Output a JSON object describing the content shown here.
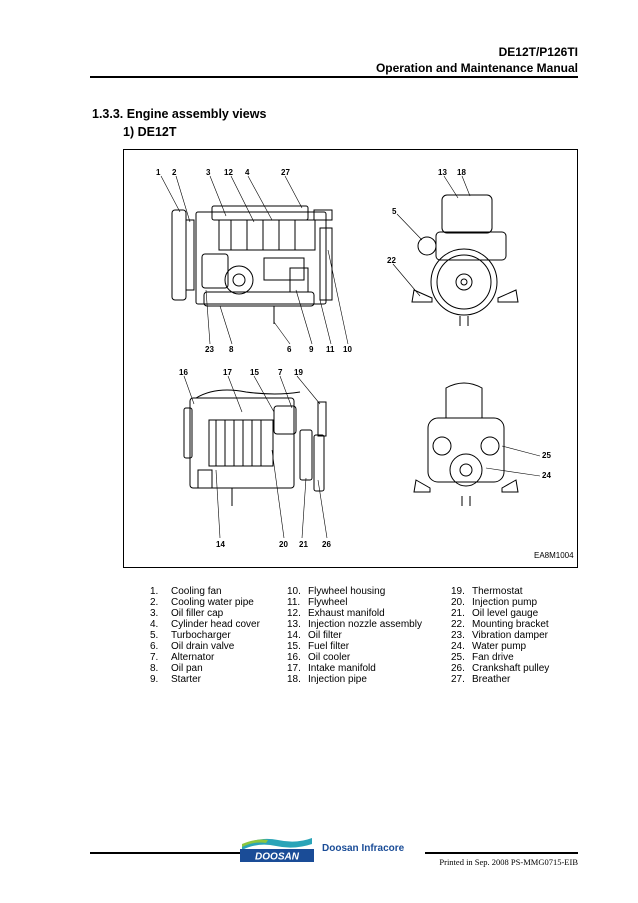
{
  "header": {
    "model": "DE12T/P126TI",
    "manual": "Operation and Maintenance Manual"
  },
  "section": {
    "heading": "1.3.3. Engine assembly views",
    "subheading": "1) DE12T"
  },
  "figure": {
    "code": "EA8M1004",
    "callouts_top": [
      "1",
      "2",
      "3",
      "12",
      "4",
      "27",
      "13",
      "18",
      "5",
      "22",
      "23",
      "8",
      "6",
      "9",
      "11",
      "10"
    ],
    "callouts_bottom": [
      "16",
      "17",
      "15",
      "7",
      "19",
      "25",
      "24",
      "14",
      "20",
      "21",
      "26"
    ]
  },
  "parts": {
    "col1": [
      {
        "num": "1.",
        "name": "Cooling fan"
      },
      {
        "num": "2.",
        "name": "Cooling water pipe"
      },
      {
        "num": "3.",
        "name": "Oil filler cap"
      },
      {
        "num": "4.",
        "name": "Cylinder head cover"
      },
      {
        "num": "5.",
        "name": "Turbocharger"
      },
      {
        "num": "6.",
        "name": "Oil drain valve"
      },
      {
        "num": "7.",
        "name": "Alternator"
      },
      {
        "num": "8.",
        "name": "Oil pan"
      },
      {
        "num": "9.",
        "name": "Starter"
      }
    ],
    "col2": [
      {
        "num": "10.",
        "name": "Flywheel housing"
      },
      {
        "num": "11.",
        "name": "Flywheel"
      },
      {
        "num": "12.",
        "name": "Exhaust manifold"
      },
      {
        "num": "13.",
        "name": "Injection nozzle assembly"
      },
      {
        "num": "14.",
        "name": "Oil filter"
      },
      {
        "num": "15.",
        "name": "Fuel filter"
      },
      {
        "num": "16.",
        "name": "Oil cooler"
      },
      {
        "num": "17.",
        "name": "Intake manifold"
      },
      {
        "num": "18.",
        "name": "Injection pipe"
      }
    ],
    "col3": [
      {
        "num": "19.",
        "name": "Thermostat"
      },
      {
        "num": "20.",
        "name": "Injection pump"
      },
      {
        "num": "21.",
        "name": "Oil level gauge"
      },
      {
        "num": "22.",
        "name": "Mounting bracket"
      },
      {
        "num": "23.",
        "name": "Vibration damper"
      },
      {
        "num": "24.",
        "name": "Water pump"
      },
      {
        "num": "25.",
        "name": "Fan drive"
      },
      {
        "num": "26.",
        "name": "Crankshaft pulley"
      },
      {
        "num": "27.",
        "name": "Breather"
      }
    ]
  },
  "footer": {
    "logo_text": "DOOSAN",
    "brand": "Doosan Infracore",
    "printed": "Printed in Sep. 2008 PS-MMG0715-EIB"
  },
  "colors": {
    "logo_blue": "#1a4c97",
    "logo_teal": "#2aa4b8",
    "logo_green": "#8cc63f"
  }
}
